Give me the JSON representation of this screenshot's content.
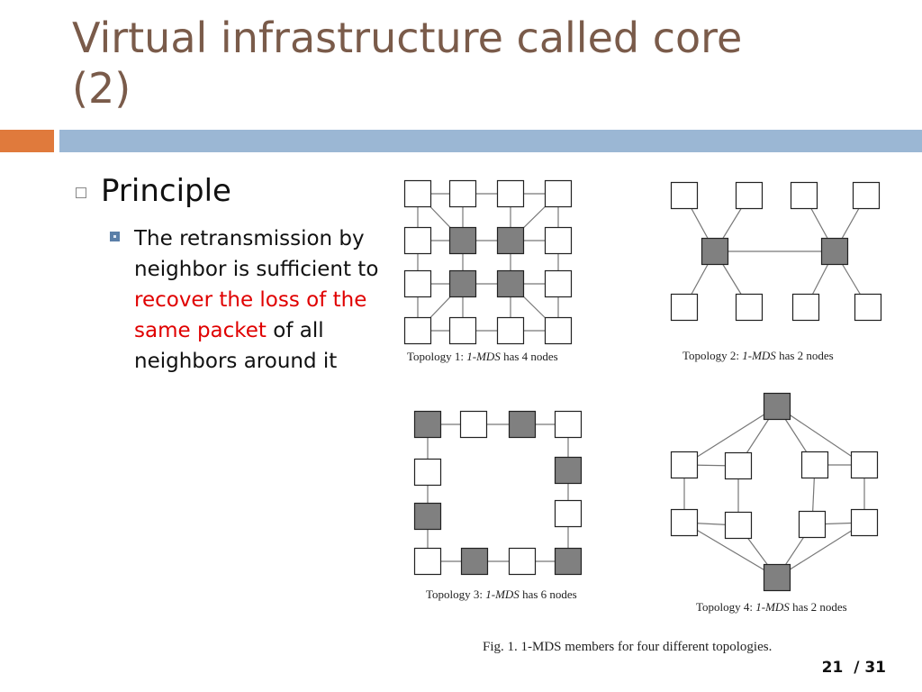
{
  "slide": {
    "title_line1": "Virtual infrastructure called core",
    "title_line2": "(2)",
    "bullet": "Principle",
    "sub_part1": "The retransmission by neighbor is sufficient to ",
    "sub_highlight": "recover the loss of the same packet",
    "sub_part2": " of all neighbors around it",
    "page_current": "21",
    "page_sep": "/",
    "page_total": "31"
  },
  "figure": {
    "caption1_pre": "Topology 1: ",
    "caption1_em": "1-MDS",
    "caption1_post": " has 4 nodes",
    "caption2_pre": "Topology 2: ",
    "caption2_em": "1-MDS",
    "caption2_post": " has 2 nodes",
    "caption3_pre": "Topology 3: ",
    "caption3_em": "1-MDS",
    "caption3_post": " has 6 nodes",
    "caption4_pre": "Topology 4: ",
    "caption4_em": "1-MDS",
    "caption4_post": " has 2 nodes",
    "fig_caption": "Fig. 1. 1-MDS members for four different topologies."
  },
  "colors": {
    "title": "#7a5b4a",
    "accent_orange": "#e07a3c",
    "accent_blue": "#9bb7d4",
    "highlight_red": "#e00000",
    "mds_node": "#808080",
    "plain_node": "#ffffff"
  }
}
